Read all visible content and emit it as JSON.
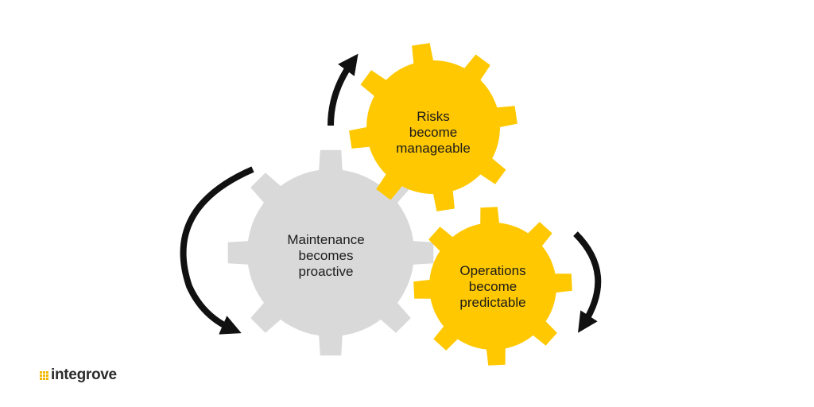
{
  "colors": {
    "gray_gear": "#d9d9d9",
    "yellow_gear": "#ffc800",
    "arrow": "#111111",
    "logo_mark": "#f2b800"
  },
  "gears": {
    "maintenance": {
      "lines": [
        "Maintenance",
        "becomes",
        "proactive"
      ],
      "color": "gray",
      "icon": "gear-icon"
    },
    "risks": {
      "lines": [
        "Risks",
        "become",
        "manageable"
      ],
      "color": "yellow",
      "icon": "gear-icon"
    },
    "operations": {
      "lines": [
        "Operations",
        "become",
        "predictable"
      ],
      "color": "yellow",
      "icon": "gear-icon"
    }
  },
  "arrows": [
    "curved-arrow-left",
    "curved-arrow-up",
    "curved-arrow-right"
  ],
  "logo": {
    "text": "integrove",
    "icon": "dot-grid-logo-icon"
  }
}
